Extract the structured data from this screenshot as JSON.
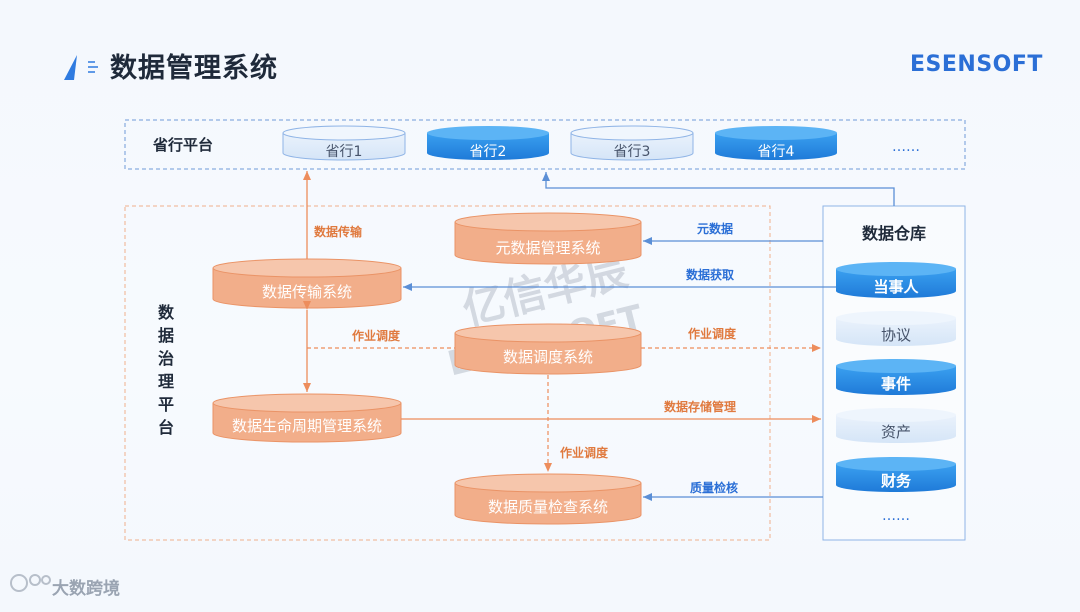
{
  "header": {
    "title": "数据管理系统",
    "brand": "ESENSOFT"
  },
  "footer": {
    "brand": "大数跨境"
  },
  "province_platform": {
    "label": "省行平台",
    "items": [
      "省行1",
      "省行2",
      "省行3",
      "省行4"
    ],
    "more": "……"
  },
  "governance": {
    "label_chars": [
      "数",
      "据",
      "治",
      "理",
      "平",
      "台"
    ],
    "systems": {
      "transfer": "数据传输系统",
      "metadata": "元数据管理系统",
      "scheduler": "数据调度系统",
      "lifecycle": "数据生命周期管理系统",
      "quality": "数据质量检查系统"
    },
    "watermark": {
      "cn": "亿信华辰",
      "en": "ESENSOFT"
    }
  },
  "warehouse": {
    "label": "数据仓库",
    "items": [
      "当事人",
      "协议",
      "事件",
      "资产",
      "财务"
    ],
    "more": "……"
  },
  "edges": {
    "transfer_up": "数据传输",
    "schedule_left": "作业调度",
    "schedule_right": "作业调度",
    "schedule_down": "作业调度",
    "metadata_in": "元数据",
    "fetch": "数据获取",
    "storage": "数据存储管理",
    "quality_check": "质量检核"
  },
  "colors": {
    "orange_fill": "#f2ae8a",
    "orange_stroke": "#ea9366",
    "orange_line": "#ed8d5c",
    "orange_text": "#e07a3f",
    "blue_fill": "#2f8ee6",
    "blue_light": "#dce9f8",
    "blue_line": "#5b8fd6",
    "blue_text": "#2b6fd6"
  }
}
